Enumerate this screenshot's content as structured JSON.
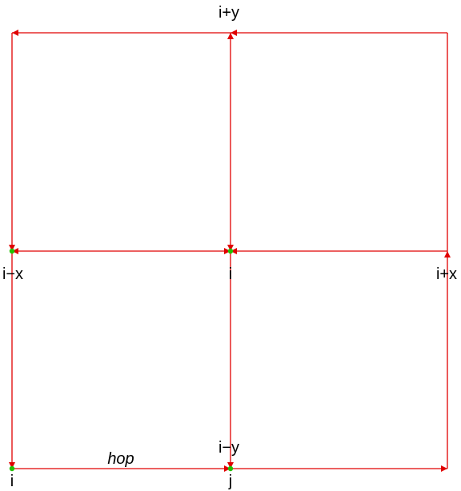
{
  "colors": {
    "edge": "#e00000",
    "node": "#22c000",
    "text": "#000000",
    "background": "#ffffff"
  },
  "labels": {
    "i_plus_y": "i+y",
    "i_minus_x": "i−x",
    "i_center": "i",
    "i_plus_x": "i+x",
    "i_minus_y": "i−y",
    "i_bottom_left": "i",
    "j_bottom": "j",
    "hop": "hop"
  },
  "nodes": [
    {
      "name": "node-i-minus-x"
    },
    {
      "name": "node-i-center"
    },
    {
      "name": "node-i-bottom-left"
    },
    {
      "name": "node-j-bottom"
    }
  ]
}
